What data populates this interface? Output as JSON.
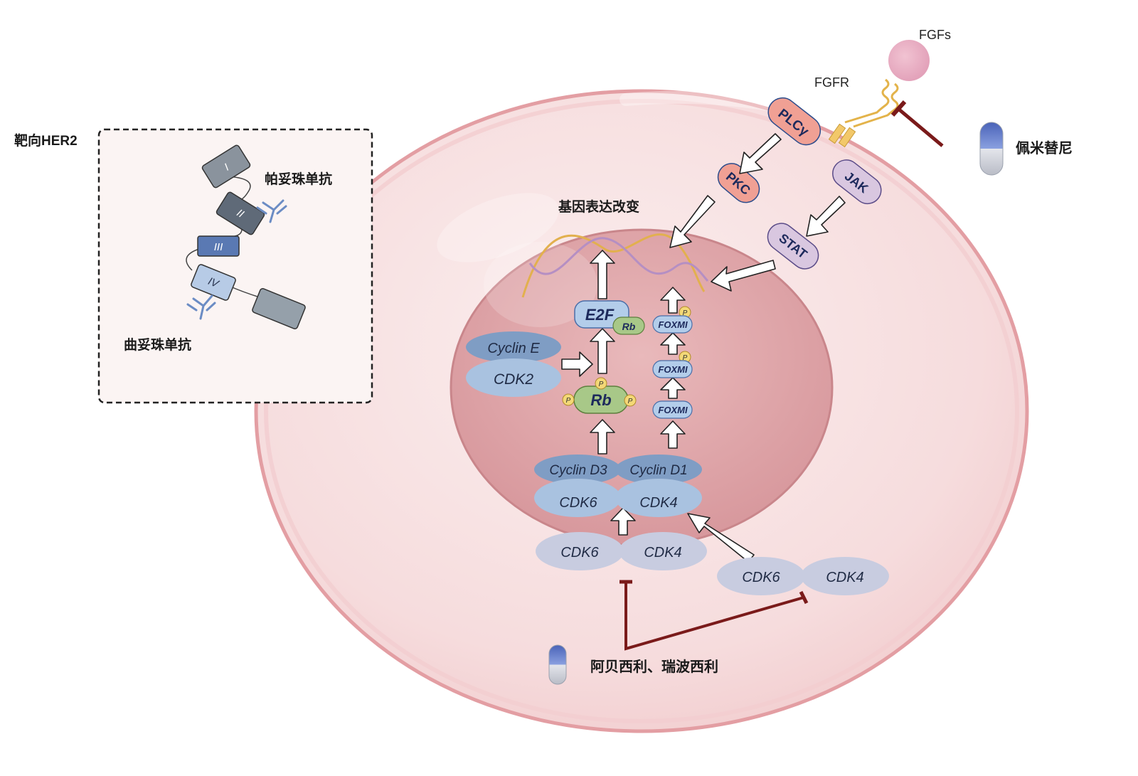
{
  "labels": {
    "her2_box_title": "靶向HER2",
    "pertuzumab": "帕妥珠单抗",
    "trastuzumab": "曲妥珠单抗",
    "domain_1": "I",
    "domain_2": "II",
    "domain_3": "III",
    "domain_4": "IV",
    "fgfs": "FGFs",
    "fgfr": "FGFR",
    "pemigatinib": "佩米替尼",
    "gene_expression_change": "基因表达改变",
    "cdk_inhibitors": "阿贝西利、瑞波西利"
  },
  "signaling_nodes": {
    "plcy": "PLCγ",
    "pkc": "PKC",
    "jak": "JAK",
    "stat": "STAT"
  },
  "nucleus": {
    "e2f": "E2F",
    "rb_small": "Rb",
    "rb": "Rb",
    "phospho": "P",
    "cyclin_e": "Cyclin E",
    "cdk2": "CDK2",
    "foxm1": "FOXMI",
    "cyclin_d3": "Cyclin D3",
    "cyclin_d1": "Cyclin D1",
    "cdk6_bound": "CDK6",
    "cdk4_bound": "CDK4"
  },
  "cytoplasm": {
    "cdk6_a": "CDK6",
    "cdk4_a": "CDK4",
    "cdk6_b": "CDK6",
    "cdk4_b": "CDK4"
  },
  "colors": {
    "cell_fill": "#f4d6d8",
    "cell_border": "#e6a2a6",
    "nucleus_fill": "#dfa2a6",
    "her2_box_fill": "#fbf4f3",
    "inhibitor_line": "#7a1a1a",
    "signal_node_fill": "#f0a094",
    "jak_stat_fill": "#d9c7e0",
    "cyclin_fill": "#7f9dc4",
    "cdk_fill": "#a9c2e0",
    "cyto_cdk_fill": "#c8cce0",
    "rb_fill": "#a8c888",
    "phospho_fill": "#f3d877"
  }
}
